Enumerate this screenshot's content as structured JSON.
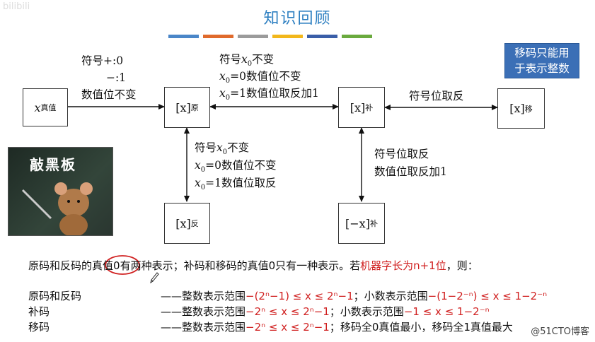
{
  "header": {
    "title": "知识回顾",
    "bar_colors": [
      "#4a86c8",
      "#e06a2c",
      "#9b9b9b",
      "#f2b71b",
      "#3a5ea8",
      "#6aaa3e"
    ]
  },
  "watermark": {
    "top_left": "bilibili",
    "bottom_right": "@51CTO博客"
  },
  "boxes": {
    "true_value": {
      "main": "x",
      "sub": "真值"
    },
    "sign_mag": {
      "main": "[x]",
      "sub": "原"
    },
    "twos": {
      "main": "[x]",
      "sub": "补"
    },
    "biased": {
      "main": "[x]",
      "sub": "移"
    },
    "ones": {
      "main": "[x]",
      "sub": "反"
    },
    "neg_twos": {
      "main": "[−x]",
      "sub": "补"
    }
  },
  "callout": {
    "line1": "移码只能用",
    "line2": "于表示整数"
  },
  "photo": {
    "caption": "敲黑板"
  },
  "labels": {
    "a1": "符号+:0",
    "a2": "−:1",
    "a3": "数值位不变",
    "b1_pre": "符号",
    "b1_var": "x",
    "b1_sub": "0",
    "b1_post": "不变",
    "b2_var": "x",
    "b2_sub": "0",
    "b2_post": "=0数值位不变",
    "b3_var": "x",
    "b3_sub": "0",
    "b3_post": "=1数值位取反加1",
    "c1": "符号位取反",
    "d1_pre": "符号",
    "d1_var": "x",
    "d1_sub": "0",
    "d1_post": "不变",
    "d2_var": "x",
    "d2_sub": "0",
    "d2_post": "=0数值位不变",
    "d3_var": "x",
    "d3_sub": "0",
    "d3_post": "=1数值位取反",
    "e1": "符号位取反",
    "e2": "数值位取反加1"
  },
  "summary": {
    "intro_a": "原码和反码的",
    "intro_b": "真值0",
    "intro_c": "有两种表示；补码和移码的真值0只有一种表示。若",
    "intro_red": "机器字长为n+1位",
    "intro_d": "，则：",
    "rows": [
      {
        "name": "原码和反码",
        "dash": "——整数表示范围",
        "int_range": "−(2ⁿ−1) ≤ x ≤ 2ⁿ−1",
        "sep": "；小数表示范围",
        "frac_range": "−(1−2⁻ⁿ) ≤ x ≤ 1−2⁻ⁿ"
      },
      {
        "name": "补码",
        "dash": "——整数表示范围",
        "int_range": "−2ⁿ ≤ x ≤ 2ⁿ−1",
        "sep": "；小数表示范围",
        "frac_range": "−1 ≤ x ≤ 1−2⁻ⁿ"
      },
      {
        "name": "移码",
        "dash": "——整数表示范围",
        "int_range": "−2ⁿ ≤ x ≤ 2ⁿ−1",
        "sep": "；移码全0真值最小，移码全1真值最大"
      }
    ]
  }
}
